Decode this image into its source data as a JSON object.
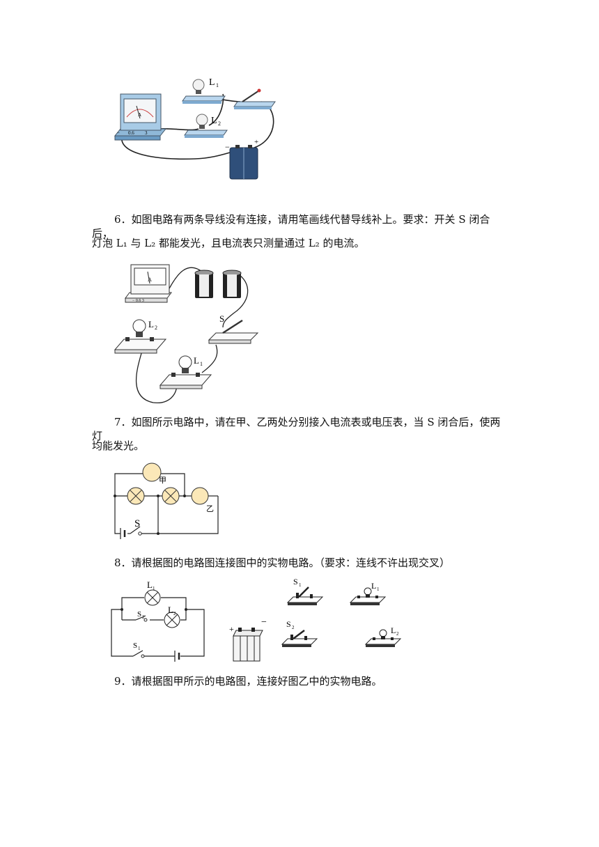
{
  "questions": {
    "q6": {
      "line1": "6．如图电路有两条导线没有连接，请用笔画线代替导线补上。要求：开关 S 闭合后，",
      "line2": "灯泡 L₁ 与 L₂ 都能发光，且电流表只测量通过 L₂ 的电流。"
    },
    "q7": {
      "line1": "7．如图所示电路中，请在甲、乙两处分别接入电流表或电压表，当 S 闭合后，使两灯",
      "line2": "均能发光。"
    },
    "q8": {
      "line1": "8．请根据图的电路图连接图中的实物电路。（要求：连线不许出现交叉）"
    },
    "q9": {
      "line1": "9．请根据图甲所示的电路图，连接好图乙中的实物电路。"
    }
  },
  "fig5": {
    "l1": "L",
    "l1_sub": "1",
    "l2": "L",
    "l2_sub": "2",
    "meter_minus": "−",
    "meter_06": "0.6",
    "meter_3": "3",
    "meter_a": "A",
    "bat_minus": "−",
    "bat_plus": "+"
  },
  "fig6": {
    "meter_a": "A",
    "meter_scale": "− 0.6 3",
    "s": "S",
    "l1": "L",
    "l1_sub": "1",
    "l2": "L",
    "l2_sub": "2"
  },
  "fig7": {
    "jia": "甲",
    "yi": "乙",
    "s": "S"
  },
  "fig8": {
    "l1": "L",
    "l1_sub": "1",
    "l2": "L",
    "l2_sub": "2",
    "s1": "S",
    "s1_sub": "1",
    "s2": "S",
    "s2_sub": "2",
    "plus": "+",
    "minus": "−"
  }
}
